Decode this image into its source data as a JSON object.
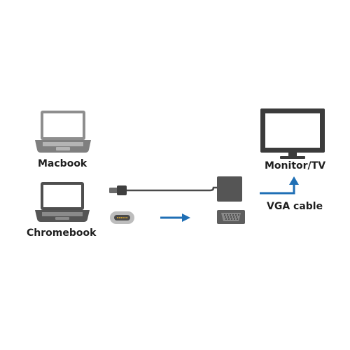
{
  "labels": {
    "macbook": "Macbook",
    "chromebook": "Chromebook",
    "monitor": "Monitor/TV",
    "vga_cable": "VGA cable"
  },
  "icons": {
    "macbook": "laptop-icon",
    "chromebook": "laptop-icon",
    "monitor": "monitor-icon",
    "usb_c_plug": "usb-c-plug-icon",
    "usb_c_port": "usb-c-port-icon",
    "adapter": "vga-adapter-icon",
    "vga_port": "vga-port-icon"
  },
  "colors": {
    "device": "#5a5a5a",
    "device_light": "#9a9a9a",
    "arrow": "#1f6fb5",
    "text": "#1f1f1f"
  }
}
